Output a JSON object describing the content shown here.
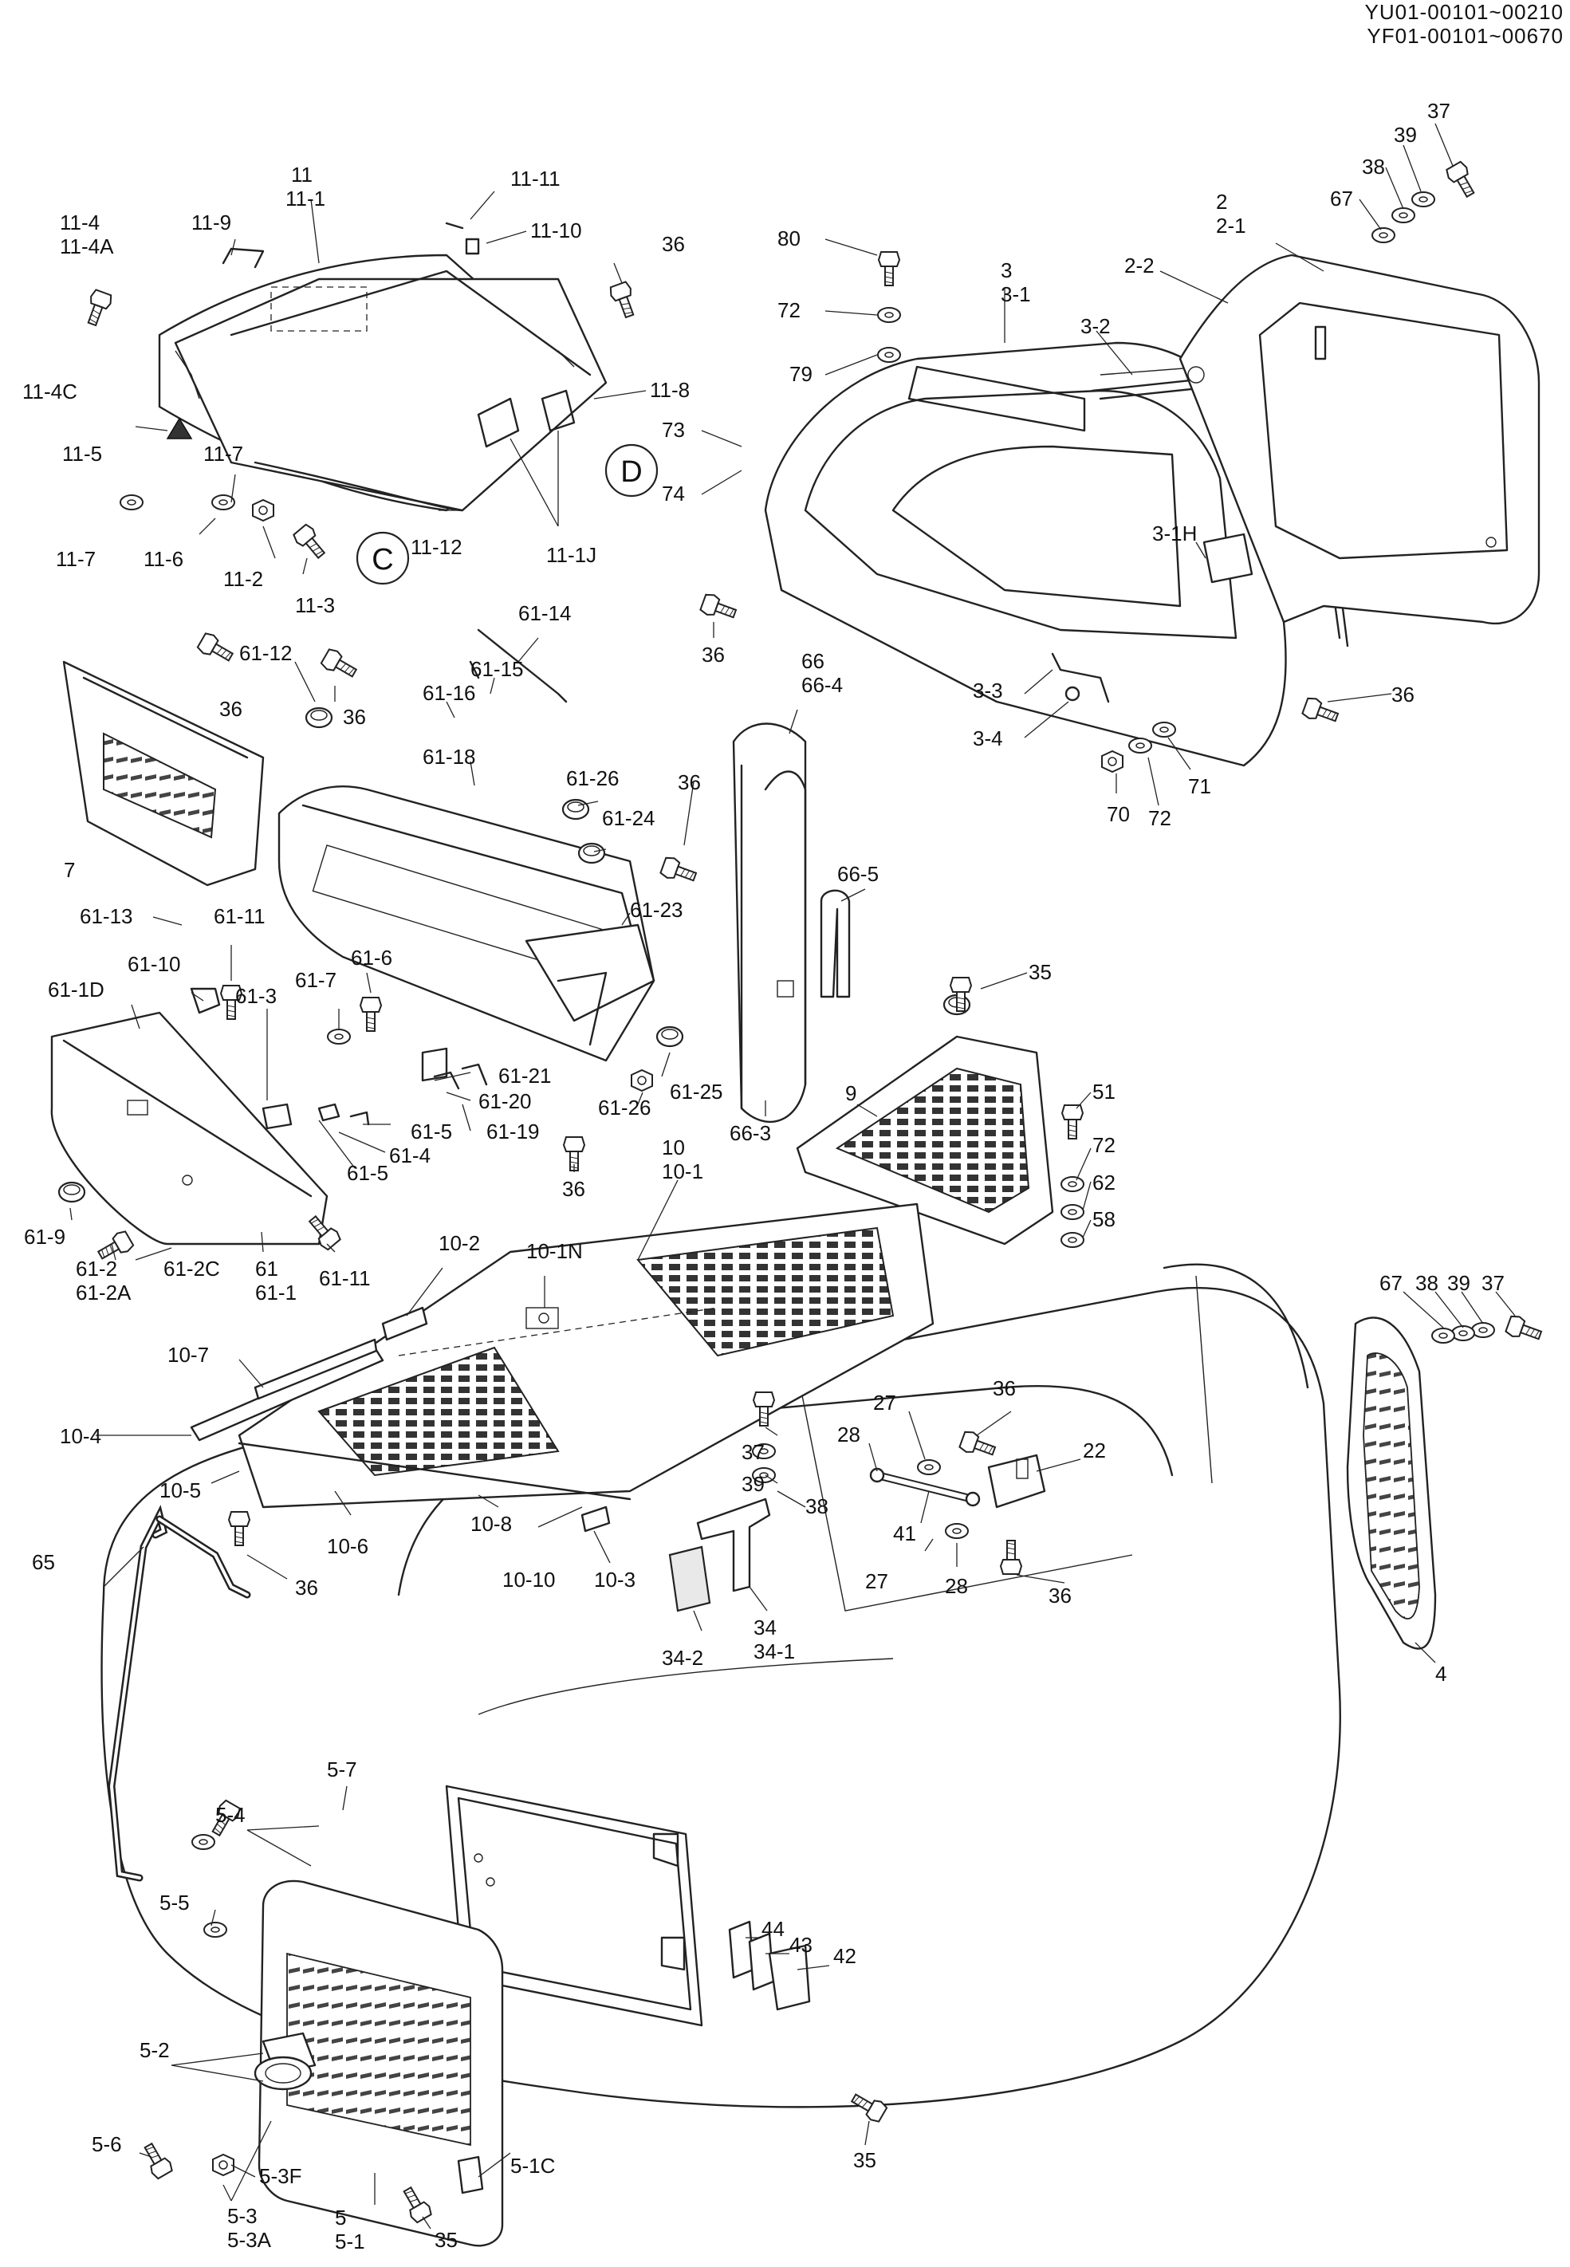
{
  "header": {
    "serial_range_1": "YU01-00101~00210",
    "serial_range_2": "YF01-00101~00670"
  },
  "callouts": {
    "c": "C",
    "d": "D"
  },
  "labels": {
    "l_37_top": "37",
    "l_39_top": "39",
    "l_38_top": "38",
    "l_67_top": "67",
    "l_2": "2",
    "l_2_1": "2-1",
    "l_2_2": "2-2",
    "l_80": "80",
    "l_72_top": "72",
    "l_79": "79",
    "l_3": "3",
    "l_3_1": "3-1",
    "l_3_2": "3-2",
    "l_73": "73",
    "l_74": "74",
    "l_3_1h": "3-1H",
    "l_36_a": "36",
    "l_3_3": "3-3",
    "l_3_4": "3-4",
    "l_70": "70",
    "l_72_b": "72",
    "l_71": "71",
    "l_36_b": "36",
    "l_11": "11",
    "l_11_1": "11-1",
    "l_11_11": "11-11",
    "l_11_10": "11-10",
    "l_11_9": "11-9",
    "l_11_4": "11-4",
    "l_11_4a": "11-4A",
    "l_11_4c": "11-4C",
    "l_36_c": "36",
    "l_11_8": "11-8",
    "l_11_5": "11-5",
    "l_11_7a": "11-7",
    "l_11_7b": "11-7",
    "l_11_6": "11-6",
    "l_11_2": "11-2",
    "l_11_3": "11-3",
    "l_11_12": "11-12",
    "l_11_1j": "11-1J",
    "l_61_14": "61-14",
    "l_61_15": "61-15",
    "l_61_16": "61-16",
    "l_61_12": "61-12",
    "l_36_d": "36",
    "l_36_e": "36",
    "l_7": "7",
    "l_61_18": "61-18",
    "l_61_26a": "61-26",
    "l_61_24": "61-24",
    "l_36_f": "36",
    "l_61_23": "61-23",
    "l_61_13": "61-13",
    "l_61_11a": "61-11",
    "l_61_10": "61-10",
    "l_61_1d": "61-1D",
    "l_61_7": "61-7",
    "l_61_6": "61-6",
    "l_61_3": "61-3",
    "l_61_21": "61-21",
    "l_61_20": "61-20",
    "l_61_19": "61-19",
    "l_61_5a": "61-5",
    "l_61_4": "61-4",
    "l_61_5b": "61-5",
    "l_61_25": "61-25",
    "l_61_26b": "61-26",
    "l_36_g": "36",
    "l_61_9": "61-9",
    "l_61_2": "61-2",
    "l_61_2a": "61-2A",
    "l_61_2c": "61-2C",
    "l_61": "61",
    "l_61_1": "61-1",
    "l_61_11b": "61-11",
    "l_66": "66",
    "l_66_4": "66-4",
    "l_66_5": "66-5",
    "l_66_3": "66-3",
    "l_35_a": "35",
    "l_9": "9",
    "l_51": "51",
    "l_72_c": "72",
    "l_62": "62",
    "l_58": "58",
    "l_10": "10",
    "l_10_1": "10-1",
    "l_10_1n": "10-1N",
    "l_10_2": "10-2",
    "l_10_7": "10-7",
    "l_10_4": "10-4",
    "l_10_5": "10-5",
    "l_10_6": "10-6",
    "l_10_8": "10-8",
    "l_10_10": "10-10",
    "l_10_3": "10-3",
    "l_67_r": "67",
    "l_38_r": "38",
    "l_39_r": "39",
    "l_37_r": "37",
    "l_27a": "27",
    "l_28a": "28",
    "l_36_h": "36",
    "l_22": "22",
    "l_37_m": "37",
    "l_39_m": "39",
    "l_38_m": "38",
    "l_41": "41",
    "l_27b": "27",
    "l_28b": "28",
    "l_36_i": "36",
    "l_34": "34",
    "l_34_1": "34-1",
    "l_34_2": "34-2",
    "l_4": "4",
    "l_65": "65",
    "l_36_j": "36",
    "l_5_7": "5-7",
    "l_5_4": "5-4",
    "l_5_5": "5-5",
    "l_5_2": "5-2",
    "l_5_6": "5-6",
    "l_5_3f": "5-3F",
    "l_5_3": "5-3",
    "l_5_3a": "5-3A",
    "l_5": "5",
    "l_5_1": "5-1",
    "l_5_1c": "5-1C",
    "l_35_b": "35",
    "l_44": "44",
    "l_43": "43",
    "l_42": "42",
    "l_35_c": "35"
  }
}
